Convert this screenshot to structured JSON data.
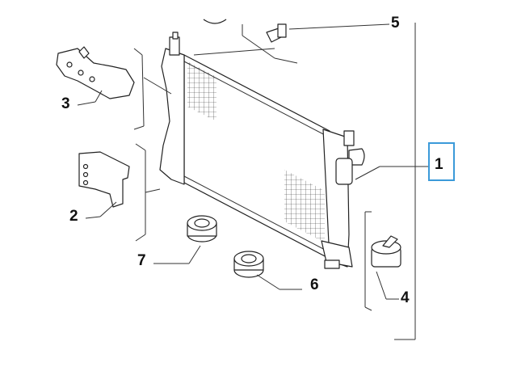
{
  "diagram": {
    "callouts": [
      {
        "id": "1",
        "label": "1",
        "highlighted": true
      },
      {
        "id": "2",
        "label": "2"
      },
      {
        "id": "3",
        "label": "3"
      },
      {
        "id": "4",
        "label": "4"
      },
      {
        "id": "5",
        "label": "5"
      },
      {
        "id": "6",
        "label": "6"
      },
      {
        "id": "7",
        "label": "7"
      }
    ],
    "colors": {
      "highlight_box": "#3b9ad9",
      "line": "#333333",
      "background": "#ffffff"
    }
  }
}
